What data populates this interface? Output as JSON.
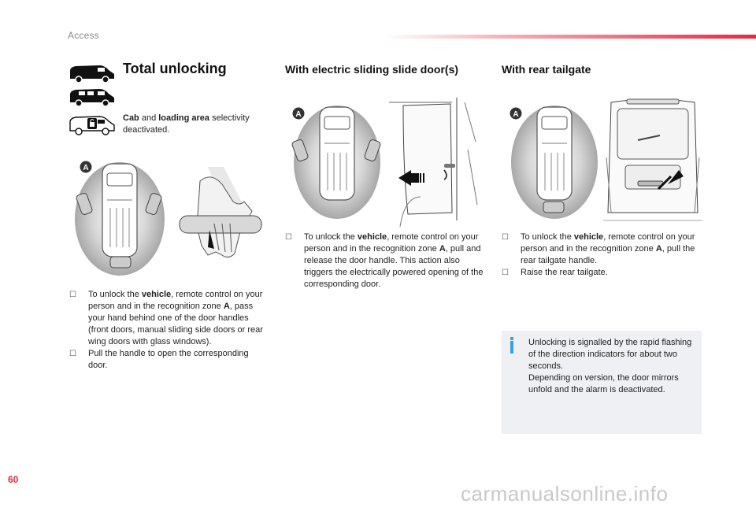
{
  "header": {
    "section": "Access"
  },
  "total": {
    "title": "Total unlocking",
    "cab_bold": "Cab",
    "cab_and": " and ",
    "loading_bold": "loading area",
    "cab_rest": " selectivity deactivated.",
    "zone_label": "A",
    "bullets": [
      {
        "pre": "To unlock the ",
        "bold": "vehicle",
        "mid": ", remote control on your person and in the recognition zone ",
        "bold2": "A",
        "post": ", pass your hand behind one of the door handles (front doors, manual sliding side doors or rear wing doors with glass windows)."
      },
      {
        "text": "Pull the handle to open the corresponding door."
      }
    ]
  },
  "sliding": {
    "title": "With electric sliding slide door(s)",
    "zone_label": "A",
    "bullets": [
      {
        "pre": "To unlock the ",
        "bold": "vehicle",
        "mid": ", remote control on your person and in the recognition zone ",
        "bold2": "A",
        "post": ", pull and release the door handle. This action also triggers the electrically powered opening of the corresponding door."
      }
    ]
  },
  "tailgate": {
    "title": "With rear tailgate",
    "zone_label": "A",
    "bullets": [
      {
        "pre": "To unlock the ",
        "bold": "vehicle",
        "mid": ", remote control on your person and in the recognition zone ",
        "bold2": "A",
        "post": ", pull the rear tailgate handle."
      },
      {
        "text": "Raise the rear tailgate."
      }
    ]
  },
  "info": {
    "text": "Unlocking is signalled by the rapid flashing of the direction indicators for about two seconds.",
    "text2": "Depending on version, the door mirrors unfold and the alarm is deactivated."
  },
  "page_number": "60",
  "watermark": "carmanualsonline.info",
  "colors": {
    "accent": "#e8283c",
    "info_icon": "#3d9ee0",
    "info_bg": "#eef0f3"
  }
}
